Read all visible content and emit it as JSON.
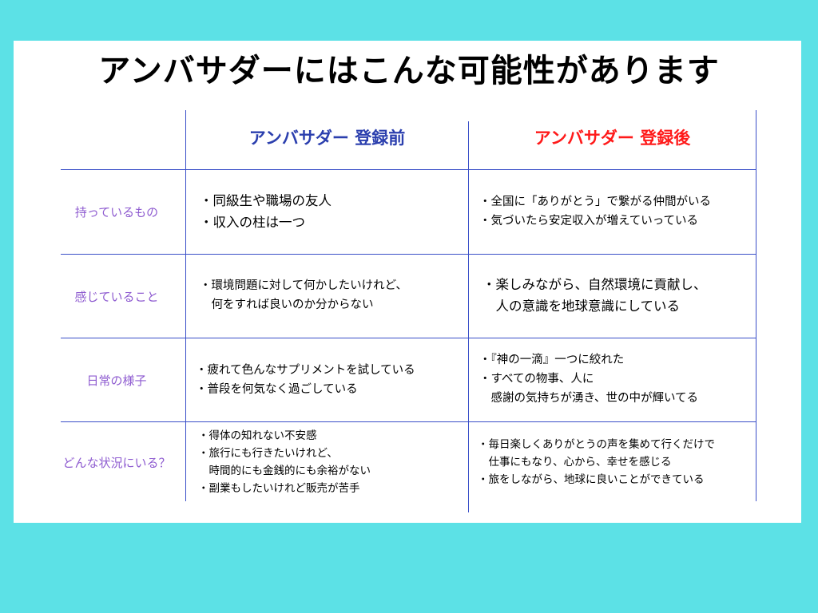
{
  "page": {
    "background": "#5ce1e6",
    "title": "アンバサダーにはこんな可能性があります"
  },
  "table": {
    "line_color": "#3a4fc8",
    "header_before": {
      "label": "アンバサダー 登録前",
      "color": "#2b3fae"
    },
    "header_after": {
      "label": "アンバサダー 登録後",
      "color": "#ff1a1a"
    },
    "label_color": "#8e5bd0",
    "rows": [
      {
        "label": "持っているもの",
        "before": [
          "・同級生や職場の友人",
          "・収入の柱は一つ"
        ],
        "after": [
          "・全国に「ありがとう」で繋がる仲間がいる",
          "・気づいたら安定収入が増えていっている"
        ]
      },
      {
        "label": "感じていること",
        "before": [
          "・環境問題に対して何かしたいけれど、",
          "　何をすれば良いのか分からない"
        ],
        "after": [
          "・楽しみながら、自然環境に貢献し、",
          "　人の意識を地球意識にしている"
        ]
      },
      {
        "label": "日常の様子",
        "before": [
          "・疲れて色んなサプリメントを試している",
          "・普段を何気なく過ごしている"
        ],
        "after": [
          "・『神の一滴』一つに絞れた",
          "・すべての物事、人に",
          "　感謝の気持ちが湧き、世の中が輝いてる"
        ]
      },
      {
        "label": "どんな状況にいる？",
        "before": [
          "・得体の知れない不安感",
          "・旅行にも行きたいけれど、",
          "　時間的にも金銭的にも余裕がない",
          "・副業もしたいけれど販売が苦手"
        ],
        "after": [
          "・毎日楽しくありがとうの声を集めて行くだけで",
          "　仕事にもなり、心から、幸せを感じる",
          "・旅をしながら、地球に良いことができている"
        ]
      }
    ]
  }
}
